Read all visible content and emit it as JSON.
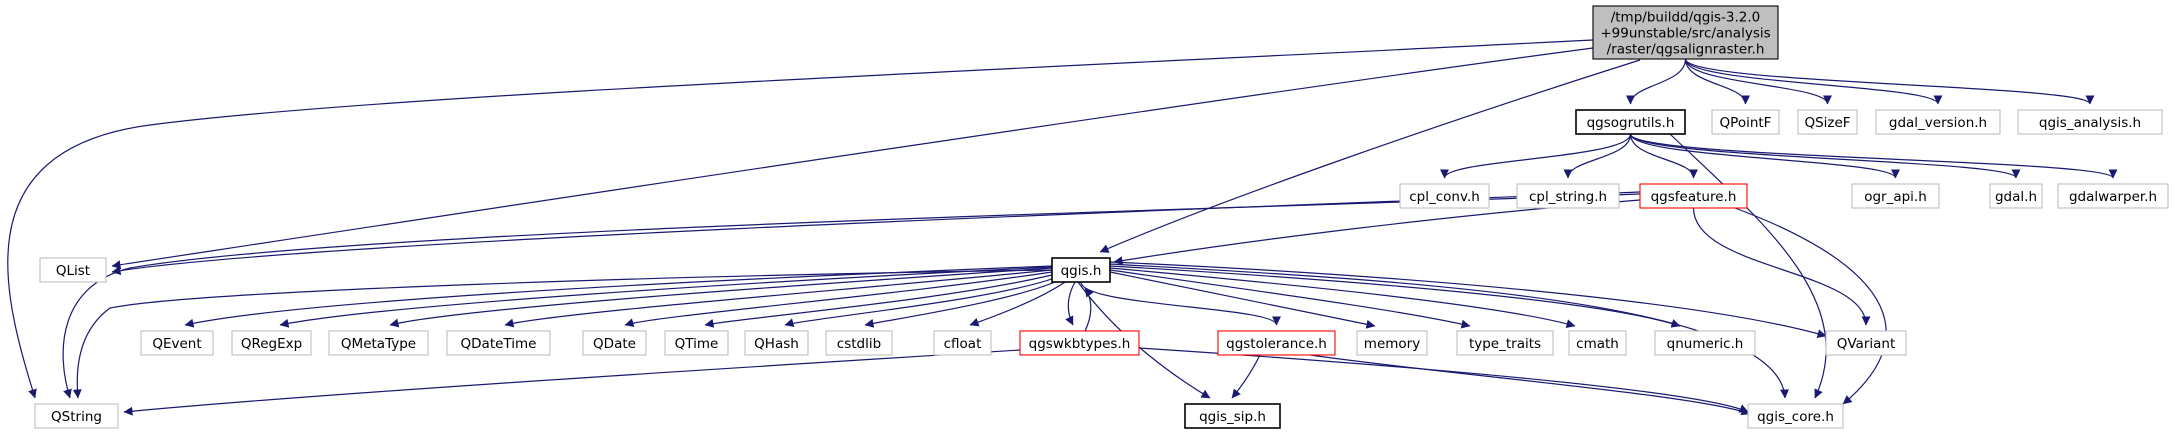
{
  "nodes": [
    {
      "id": "root",
      "lines": [
        "/tmp/buildd/qgis-3.2.0",
        "+99unstable/src/analysis",
        "/raster/qgsalignraster.h"
      ],
      "style": "root"
    },
    {
      "id": "QString",
      "lines": [
        "QString"
      ],
      "style": "gray"
    },
    {
      "id": "QList",
      "lines": [
        "QList"
      ],
      "style": "gray"
    },
    {
      "id": "qgis_h",
      "lines": [
        "qgis.h"
      ],
      "style": "black"
    },
    {
      "id": "qgsogrutils_h",
      "lines": [
        "qgsogrutils.h"
      ],
      "style": "black"
    },
    {
      "id": "QPointF",
      "lines": [
        "QPointF"
      ],
      "style": "gray"
    },
    {
      "id": "QSizeF",
      "lines": [
        "QSizeF"
      ],
      "style": "gray"
    },
    {
      "id": "gdal_version_h",
      "lines": [
        "gdal_version.h"
      ],
      "style": "gray"
    },
    {
      "id": "qgis_analysis_h",
      "lines": [
        "qgis_analysis.h"
      ],
      "style": "gray"
    },
    {
      "id": "cpl_conv_h",
      "lines": [
        "cpl_conv.h"
      ],
      "style": "gray"
    },
    {
      "id": "cpl_string_h",
      "lines": [
        "cpl_string.h"
      ],
      "style": "gray"
    },
    {
      "id": "qgsfeature_h",
      "lines": [
        "qgsfeature.h"
      ],
      "style": "red"
    },
    {
      "id": "ogr_api_h",
      "lines": [
        "ogr_api.h"
      ],
      "style": "gray"
    },
    {
      "id": "gdal_h",
      "lines": [
        "gdal.h"
      ],
      "style": "gray"
    },
    {
      "id": "gdalwarper_h",
      "lines": [
        "gdalwarper.h"
      ],
      "style": "gray"
    },
    {
      "id": "QEvent",
      "lines": [
        "QEvent"
      ],
      "style": "gray"
    },
    {
      "id": "QRegExp",
      "lines": [
        "QRegExp"
      ],
      "style": "gray"
    },
    {
      "id": "QMetaType",
      "lines": [
        "QMetaType"
      ],
      "style": "gray"
    },
    {
      "id": "QDateTime",
      "lines": [
        "QDateTime"
      ],
      "style": "gray"
    },
    {
      "id": "QDate",
      "lines": [
        "QDate"
      ],
      "style": "gray"
    },
    {
      "id": "QTime",
      "lines": [
        "QTime"
      ],
      "style": "gray"
    },
    {
      "id": "QHash",
      "lines": [
        "QHash"
      ],
      "style": "gray"
    },
    {
      "id": "cstdlib",
      "lines": [
        "cstdlib"
      ],
      "style": "gray"
    },
    {
      "id": "cfloat",
      "lines": [
        "cfloat"
      ],
      "style": "gray"
    },
    {
      "id": "qgswkbtypes_h",
      "lines": [
        "qgswkbtypes.h"
      ],
      "style": "red"
    },
    {
      "id": "qgstolerance_h",
      "lines": [
        "qgstolerance.h"
      ],
      "style": "red"
    },
    {
      "id": "memory",
      "lines": [
        "memory"
      ],
      "style": "gray"
    },
    {
      "id": "type_traits",
      "lines": [
        "type_traits"
      ],
      "style": "gray"
    },
    {
      "id": "cmath",
      "lines": [
        "cmath"
      ],
      "style": "gray"
    },
    {
      "id": "qnumeric_h",
      "lines": [
        "qnumeric.h"
      ],
      "style": "gray"
    },
    {
      "id": "QVariant",
      "lines": [
        "QVariant"
      ],
      "style": "gray"
    },
    {
      "id": "qgis_sip_h",
      "lines": [
        "qgis_sip.h"
      ],
      "style": "black"
    },
    {
      "id": "qgis_core_h",
      "lines": [
        "qgis_core.h"
      ],
      "style": "gray"
    }
  ],
  "edges": [
    [
      "root",
      "QString"
    ],
    [
      "root",
      "QList"
    ],
    [
      "root",
      "qgis_h"
    ],
    [
      "root",
      "qgsogrutils_h"
    ],
    [
      "root",
      "QPointF"
    ],
    [
      "root",
      "QSizeF"
    ],
    [
      "root",
      "gdal_version_h"
    ],
    [
      "root",
      "qgis_analysis_h"
    ],
    [
      "qgsogrutils_h",
      "cpl_conv_h"
    ],
    [
      "qgsogrutils_h",
      "cpl_string_h"
    ],
    [
      "qgsogrutils_h",
      "qgsfeature_h"
    ],
    [
      "qgsogrutils_h",
      "ogr_api_h"
    ],
    [
      "qgsogrutils_h",
      "gdal_h"
    ],
    [
      "qgsogrutils_h",
      "gdalwarper_h"
    ],
    [
      "qgsogrutils_h",
      "qgis_core_h"
    ],
    [
      "qgsfeature_h",
      "QList"
    ],
    [
      "qgsfeature_h",
      "qgis_h"
    ],
    [
      "qgsfeature_h",
      "QString"
    ],
    [
      "qgsfeature_h",
      "QVariant"
    ],
    [
      "qgsfeature_h",
      "qgis_core_h"
    ],
    [
      "qgis_h",
      "QEvent"
    ],
    [
      "qgis_h",
      "QRegExp"
    ],
    [
      "qgis_h",
      "QMetaType"
    ],
    [
      "qgis_h",
      "QDateTime"
    ],
    [
      "qgis_h",
      "QDate"
    ],
    [
      "qgis_h",
      "QTime"
    ],
    [
      "qgis_h",
      "QHash"
    ],
    [
      "qgis_h",
      "cstdlib"
    ],
    [
      "qgis_h",
      "cfloat"
    ],
    [
      "qgis_h",
      "qgswkbtypes_h"
    ],
    [
      "qgis_h",
      "qgstolerance_h"
    ],
    [
      "qgis_h",
      "memory"
    ],
    [
      "qgis_h",
      "type_traits"
    ],
    [
      "qgis_h",
      "cmath"
    ],
    [
      "qgis_h",
      "qnumeric_h"
    ],
    [
      "qgis_h",
      "QVariant"
    ],
    [
      "qgis_h",
      "QString"
    ],
    [
      "qgis_h",
      "qgis_sip_h"
    ],
    [
      "qgis_h",
      "qgis_core_h"
    ],
    [
      "qgswkbtypes_h",
      "qgis_h"
    ],
    [
      "qgswkbtypes_h",
      "QString"
    ],
    [
      "qgswkbtypes_h",
      "qgis_core_h"
    ],
    [
      "qgstolerance_h",
      "qgis_sip_h"
    ],
    [
      "qgstolerance_h",
      "qgis_core_h"
    ]
  ],
  "colors": {
    "root_fill": "#bfbfbf",
    "black_border": "#000000",
    "red_border": "#ff0000",
    "gray_border": "#bfbfbf",
    "edge": "#191970",
    "text": "#000000"
  }
}
